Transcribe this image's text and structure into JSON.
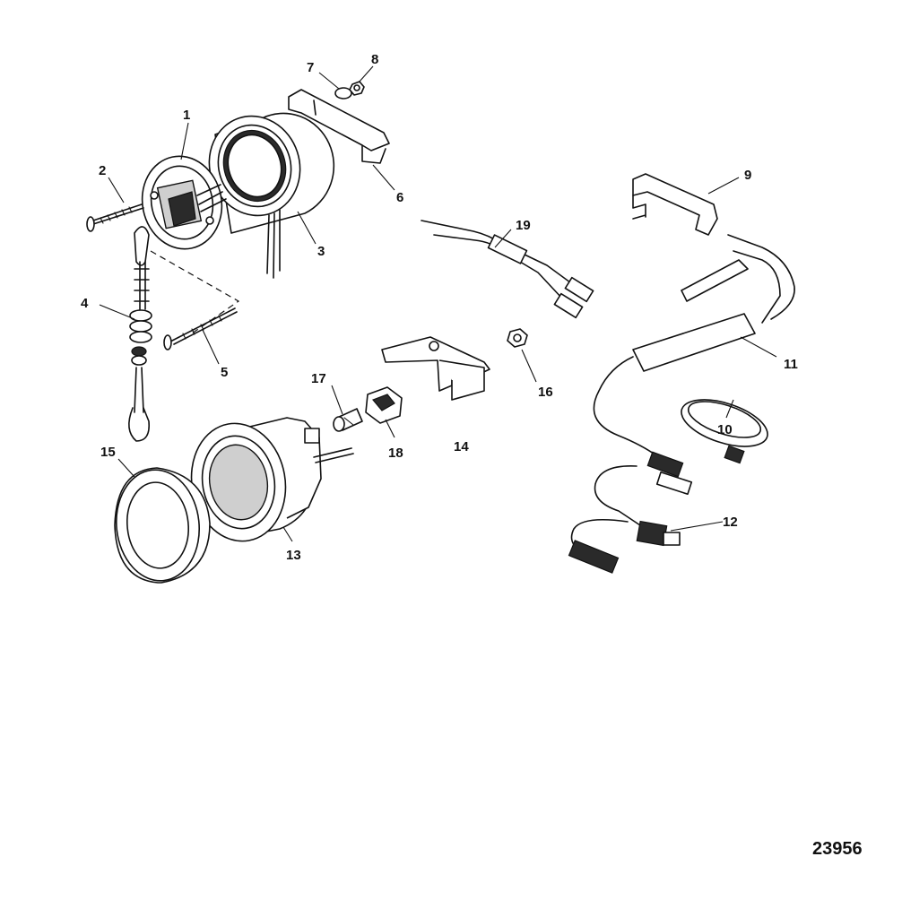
{
  "drawing_number": "23956",
  "callouts": [
    {
      "id": "1",
      "label": "1"
    },
    {
      "id": "2",
      "label": "2"
    },
    {
      "id": "3",
      "label": "3"
    },
    {
      "id": "4",
      "label": "4"
    },
    {
      "id": "5",
      "label": "5"
    },
    {
      "id": "6",
      "label": "6"
    },
    {
      "id": "7",
      "label": "7"
    },
    {
      "id": "8",
      "label": "8"
    },
    {
      "id": "9",
      "label": "9"
    },
    {
      "id": "10",
      "label": "10"
    },
    {
      "id": "11",
      "label": "11"
    },
    {
      "id": "12",
      "label": "12"
    },
    {
      "id": "13",
      "label": "13"
    },
    {
      "id": "14",
      "label": "14"
    },
    {
      "id": "15",
      "label": "15"
    },
    {
      "id": "16",
      "label": "16"
    },
    {
      "id": "17",
      "label": "17"
    },
    {
      "id": "18",
      "label": "18"
    },
    {
      "id": "19",
      "label": "19"
    }
  ]
}
